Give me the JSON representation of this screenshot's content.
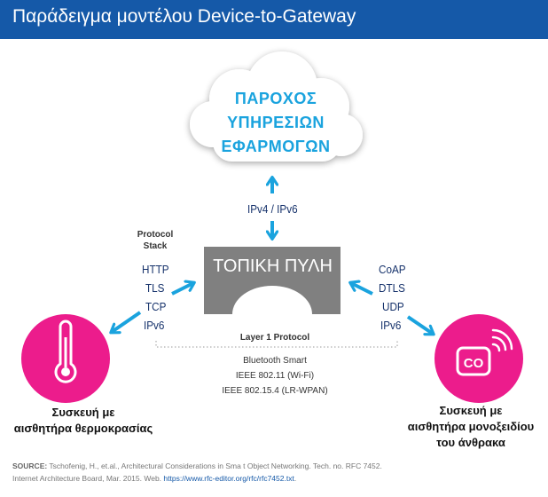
{
  "title": "Παράδειγμα μοντέλου Device-to-Gateway",
  "cloud": {
    "line1": "ΠΑΡΟΧΟΣ",
    "line2": "ΥΠΗΡΕΣΙΩΝ",
    "line3": "ΕΦΑΡΜΟΓΩΝ"
  },
  "gateway": {
    "label": "ΤΟΠΙΚΗ ΠΥΛΗ"
  },
  "uplink": {
    "label": "IPv4 / IPv6"
  },
  "protocol_stack": {
    "line1": "Protocol",
    "line2": "Stack"
  },
  "left_stack": [
    "HTTP",
    "TLS",
    "TCP",
    "IPv6"
  ],
  "right_stack": [
    "CoAP",
    "DTLS",
    "UDP",
    "IPv6"
  ],
  "layer1": {
    "title": "Layer 1 Protocol",
    "items": [
      "Bluetooth Smart",
      "IEEE 802.11 (Wi-Fi)",
      "IEEE 802.15.4 (LR-WPAN)"
    ]
  },
  "left_device": {
    "line1": "Συσκευή με",
    "line2": "αισθητήρα θερμοκρασίας",
    "icon": "thermometer-icon"
  },
  "right_device": {
    "line1": "Συσκευή με",
    "line2": "αισθητήρα μονοξειδίου",
    "line3": "του άνθρακα",
    "icon_text": "CO",
    "icon": "co-sensor-icon"
  },
  "source": {
    "label": "SOURCE:",
    "text1": " Tschofenig, H., et.al., Architectural Considerations in Sma t Object Networking. Tech. no. RFC 7452.",
    "text2": "Internet Architecture Board, Mar. 2015. Web. ",
    "url": "https://www.rfc-editor.org/rfc/rfc7452.txt",
    "tail": "."
  },
  "colors": {
    "title_bar": "#1559a8",
    "arrow": "#1aa3de",
    "device": "#ec1c8c",
    "gateway": "#808080",
    "cloud_text": "#1aa3de"
  }
}
